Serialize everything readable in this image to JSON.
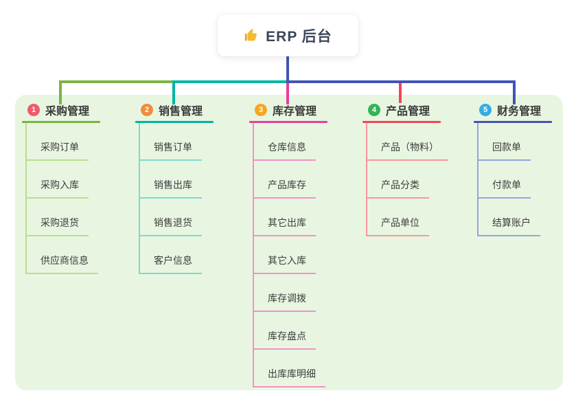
{
  "root": {
    "title": "ERP 后台",
    "icon": "thumbs-up-icon"
  },
  "panel": {
    "background": "#e8f6e1"
  },
  "connector": {
    "root_color": "#4254b5"
  },
  "branches": [
    {
      "number": "1",
      "label": "采购管理",
      "badge_color": "#ee5b6b",
      "line_color": "#7cb342",
      "light_color": "#b9dd90",
      "items": [
        "采购订单",
        "采购入库",
        "采购退货",
        "供应商信息"
      ]
    },
    {
      "number": "2",
      "label": "销售管理",
      "badge_color": "#f08c3e",
      "line_color": "#00b5a3",
      "light_color": "#7edacb",
      "items": [
        "销售订单",
        "销售出库",
        "销售退货",
        "客户信息"
      ]
    },
    {
      "number": "3",
      "label": "库存管理",
      "badge_color": "#f6a623",
      "line_color": "#e93d9b",
      "light_color": "#f490c5",
      "items": [
        "仓库信息",
        "产品库存",
        "其它出库",
        "其它入库",
        "库存调拨",
        "库存盘点",
        "出库库明细"
      ]
    },
    {
      "number": "4",
      "label": "产品管理",
      "badge_color": "#33b457",
      "line_color": "#f44557",
      "light_color": "#f9969e",
      "items": [
        "产品（物料）",
        "产品分类",
        "产品单位"
      ]
    },
    {
      "number": "5",
      "label": "财务管理",
      "badge_color": "#36ace4",
      "line_color": "#4254b5",
      "light_color": "#93a4e0",
      "items": [
        "回款单",
        "付款单",
        "结算账户"
      ]
    }
  ]
}
